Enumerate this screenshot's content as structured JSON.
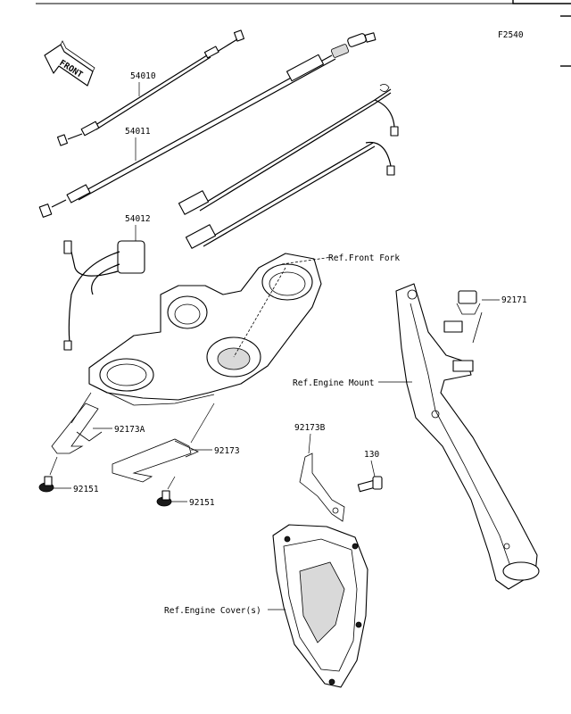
{
  "figure_code": "F2540",
  "front_label": "FRONT",
  "parts": {
    "p54010": "54010",
    "p54011": "54011",
    "p54012": "54012",
    "p92171": "92171",
    "p92173A": "92173A",
    "p92173": "92173",
    "p92151a": "92151",
    "p92151b": "92151",
    "p92173B": "92173B",
    "p130": "130"
  },
  "refs": {
    "front_fork": "Ref.Front Fork",
    "engine_mount": "Ref.Engine Mount",
    "engine_cover": "Ref.Engine Cover(s)"
  },
  "colors": {
    "line": "#000000",
    "fill": "#ffffff",
    "shade": "#d9d9d9"
  }
}
